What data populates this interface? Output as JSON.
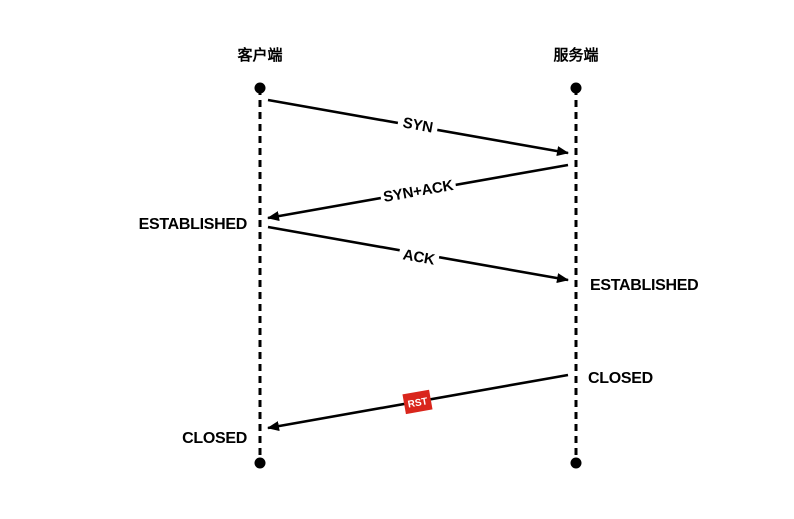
{
  "actors": {
    "client": "客户端",
    "server": "服务端"
  },
  "messages": {
    "syn": "SYN",
    "syn_ack": "SYN+ACK",
    "ack": "ACK",
    "rst": "RST"
  },
  "states": {
    "client_established": "ESTABLISHED",
    "server_established": "ESTABLISHED",
    "server_closed": "CLOSED",
    "client_closed": "CLOSED"
  },
  "colors": {
    "line": "#000000",
    "rst_badge": "#d9261c",
    "rst_text": "#ffffff",
    "background": "#ffffff"
  }
}
